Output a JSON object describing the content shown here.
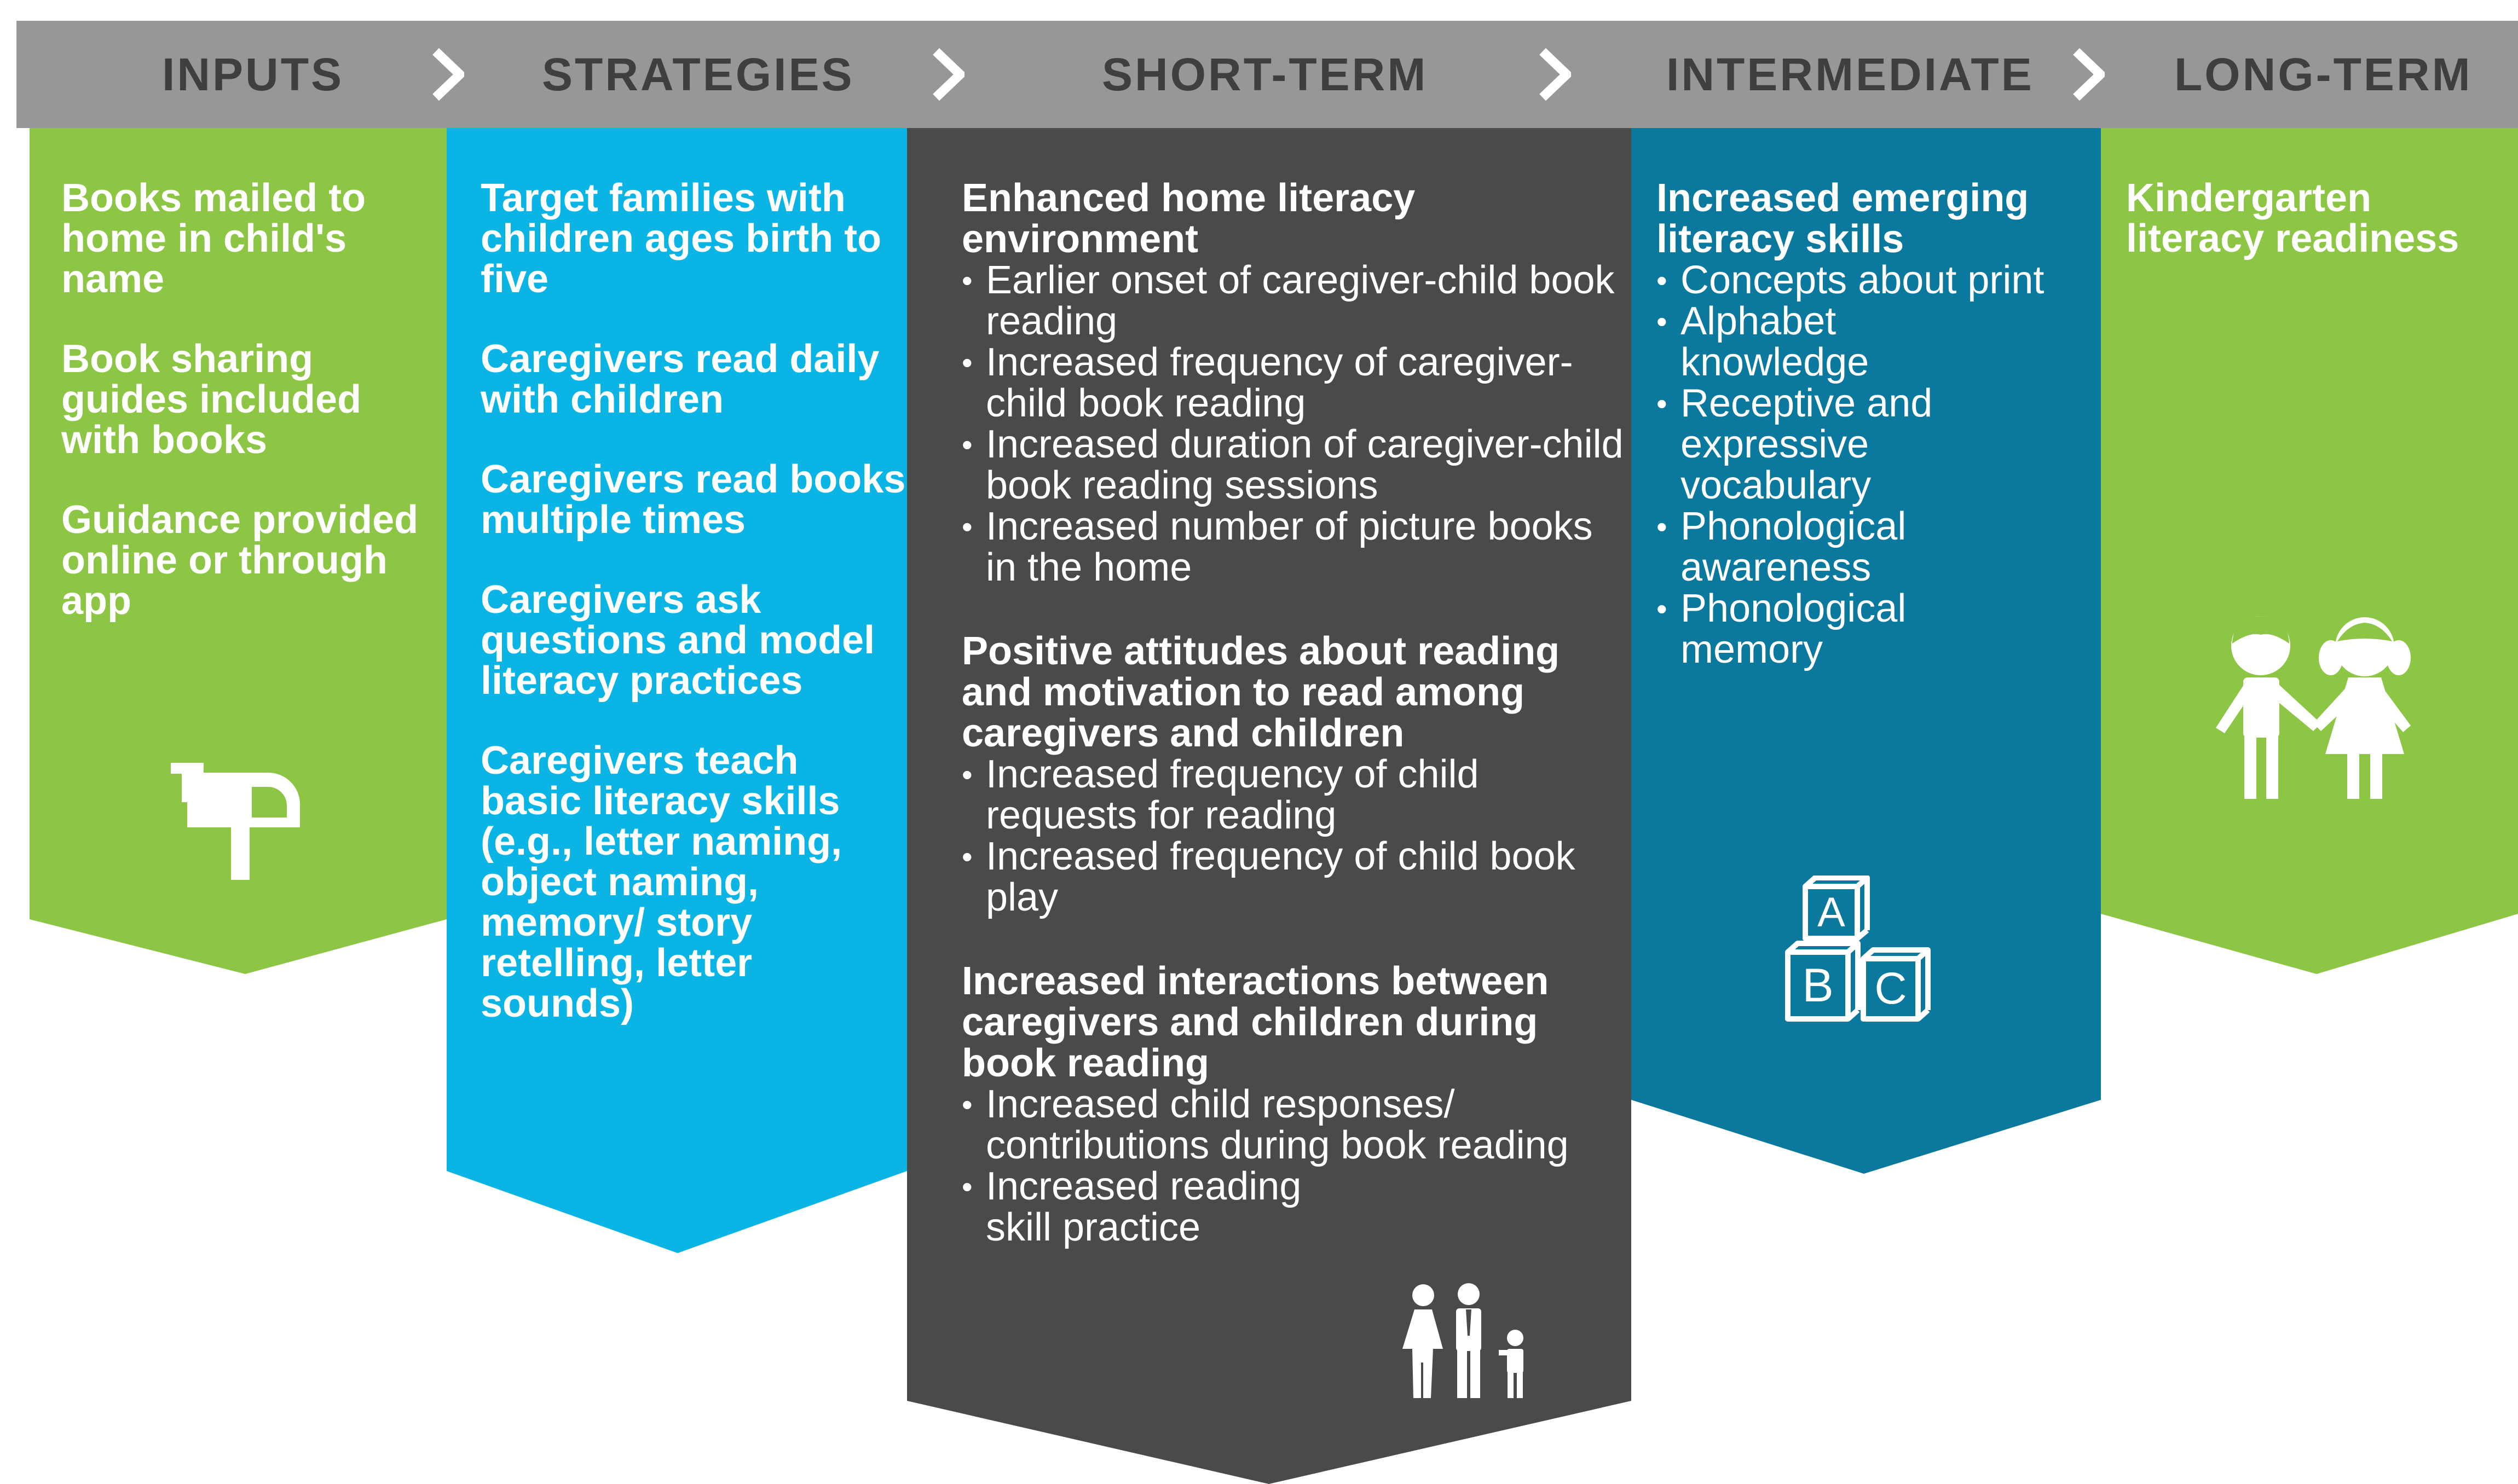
{
  "header": {
    "stages": [
      "INPUTS",
      "STRATEGIES",
      "SHORT-TERM",
      "INTERMEDIATE",
      "LONG-TERM"
    ]
  },
  "colors": {
    "header_bg": "#979797",
    "header_text": "#3f3f3f",
    "inputs": "#8dc544",
    "strategies": "#0ab4e5",
    "short_term": "#4a4a4a",
    "intermediate": "#0b789e",
    "long_term": "#8dc544"
  },
  "inputs": {
    "items": [
      "Books mailed to home in child's name",
      "Book sharing guides included with books",
      "Guidance provided online or through app"
    ],
    "icon": "mailbox-icon"
  },
  "strategies": {
    "items": [
      "Target families with children ages birth to five",
      "Caregivers read daily with children",
      "Caregivers read books multiple times",
      "Caregivers ask questions and model literacy practices",
      "Caregivers teach basic literacy skills (e.g., letter naming, object naming, memory/ story retelling, letter sounds)"
    ]
  },
  "short_term": {
    "groups": [
      {
        "heading": "Enhanced home literacy environment",
        "bullets": [
          "Earlier onset of caregiver-child book reading",
          "Increased frequency of caregiver-child book reading",
          "Increased duration of caregiver-child book reading sessions",
          "Increased number of picture books in the home"
        ]
      },
      {
        "heading": "Positive attitudes about reading and motivation to read among caregivers and children",
        "bullets": [
          "Increased frequency of child requests for reading",
          "Increased frequency of child book play"
        ]
      },
      {
        "heading": "Increased interactions between caregivers and children during book reading",
        "bullets": [
          "Increased child responses/ contributions during book reading",
          "Increased reading skill practice"
        ]
      }
    ],
    "icon": "family-icon"
  },
  "intermediate": {
    "heading": "Increased emerging literacy skills",
    "bullets": [
      "Concepts about print",
      "Alphabet knowledge",
      "Receptive and expressive vocabulary",
      "Phonological awareness",
      "Phonological memory"
    ],
    "icon": "abc-blocks-icon",
    "block_letters": [
      "A",
      "B",
      "C"
    ]
  },
  "long_term": {
    "items": [
      "Kindergarten literacy readiness"
    ],
    "icon": "children-icon"
  }
}
